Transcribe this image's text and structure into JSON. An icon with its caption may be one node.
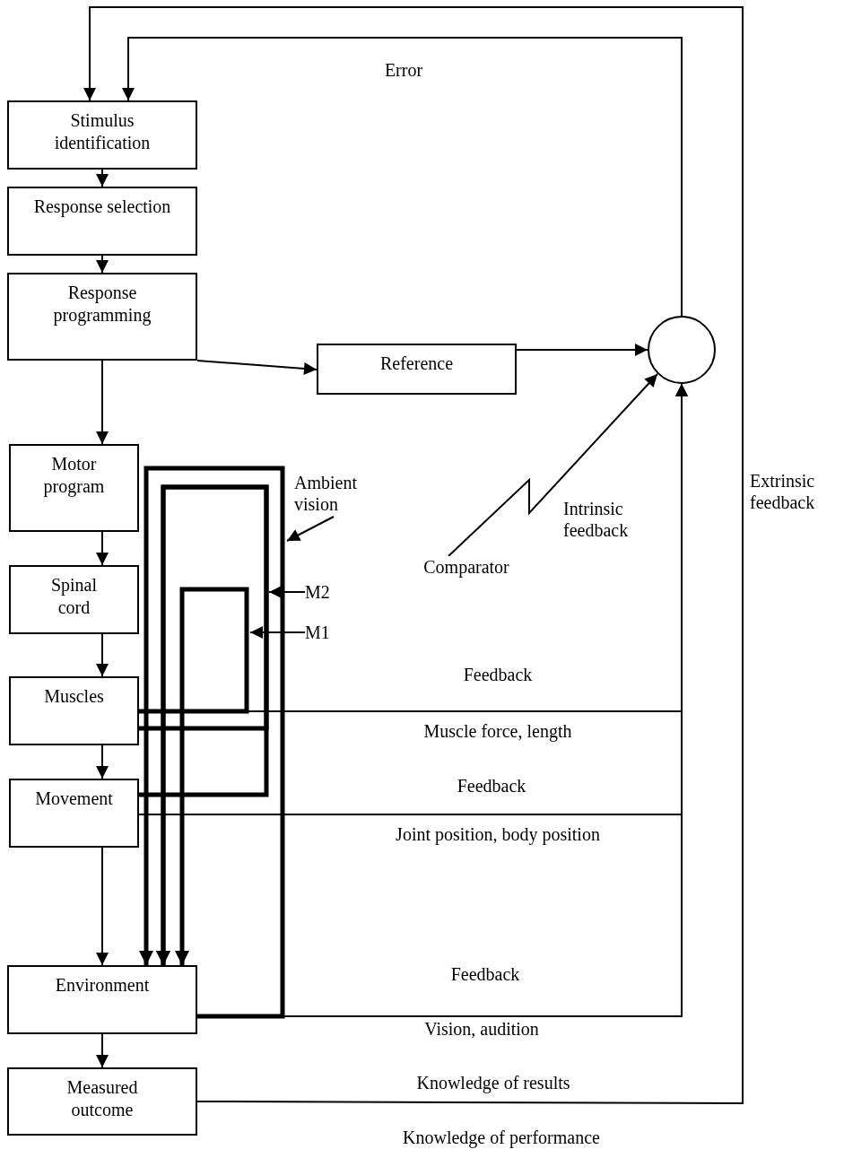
{
  "diagram": {
    "nodes": [
      {
        "text": [
          "Stimulus identification"
        ]
      },
      {
        "text": [
          "Response selection"
        ]
      },
      {
        "text": [
          "Response programming"
        ]
      },
      {
        "text": [
          "Reference"
        ]
      },
      {
        "text": [],
        "shape": "circle"
      },
      {
        "text": [
          "Motor program"
        ]
      },
      {
        "text": [
          "Spinal cord"
        ]
      },
      {
        "text": [
          "Muscles"
        ]
      },
      {
        "text": [
          "Movement"
        ]
      },
      {
        "text": [
          "Environment"
        ]
      },
      {
        "text": [
          "Measured outcome"
        ]
      },
      {
        "text": [
          "Ambient vision"
        ]
      },
      {
        "text": [
          "Comparator"
        ]
      },
      {
        "text": [
          "M2"
        ]
      },
      {
        "text": [
          "M1"
        ]
      }
    ],
    "edges": [
      {
        "from": 0,
        "to": 1,
        "arrow": "to"
      },
      {
        "from": 1,
        "to": 2,
        "arrow": "to"
      },
      {
        "from": 2,
        "to": 3,
        "arrow": "to"
      },
      {
        "from": 3,
        "to": 4,
        "arrow": "to"
      },
      {
        "from": 4,
        "to": 0,
        "arrow": "to"
      },
      {
        "from": 2,
        "to": 5,
        "arrow": "to"
      },
      {
        "from": 5,
        "to": 6,
        "arrow": "to"
      },
      {
        "from": 6,
        "to": 7,
        "arrow": "to"
      },
      {
        "from": 7,
        "to": 8,
        "arrow": "to"
      },
      {
        "from": 8,
        "to": 9,
        "arrow": "to"
      },
      {
        "from": 9,
        "to": 10,
        "arrow": "to"
      },
      {
        "from": 12,
        "to": 4,
        "arrow": "to"
      },
      {
        "from": 7,
        "to": 4,
        "arrow": "to"
      },
      {
        "from": 8,
        "to": 4,
        "arrow": "to"
      },
      {
        "from": 9,
        "to": 4,
        "arrow": "to"
      },
      {
        "from": 10,
        "to": 0,
        "arrow": "to"
      },
      {
        "from": 7,
        "to": 9,
        "arrow": "to",
        "style": "thick"
      },
      {
        "from": 7,
        "to": 9,
        "arrow": "to",
        "style": "thick"
      },
      {
        "from": 8,
        "to": 9,
        "arrow": "to",
        "style": "thick"
      },
      {
        "from": 9,
        "to": 9,
        "arrow": "to",
        "style": "thick"
      },
      {
        "from": 11,
        "to": null,
        "arrow": "to"
      },
      {
        "from": 13,
        "to": null,
        "arrow": "to"
      },
      {
        "from": 14,
        "to": null,
        "arrow": "to"
      }
    ],
    "labels": [
      "Error",
      "Extrinsic feedback",
      "Intrinsic feedback",
      "Feedback",
      "Muscle force, length",
      "Feedback",
      "Joint position, body position",
      "Feedback",
      "Vision, audition",
      "Knowledge of results",
      "Knowledge of performance"
    ]
  }
}
